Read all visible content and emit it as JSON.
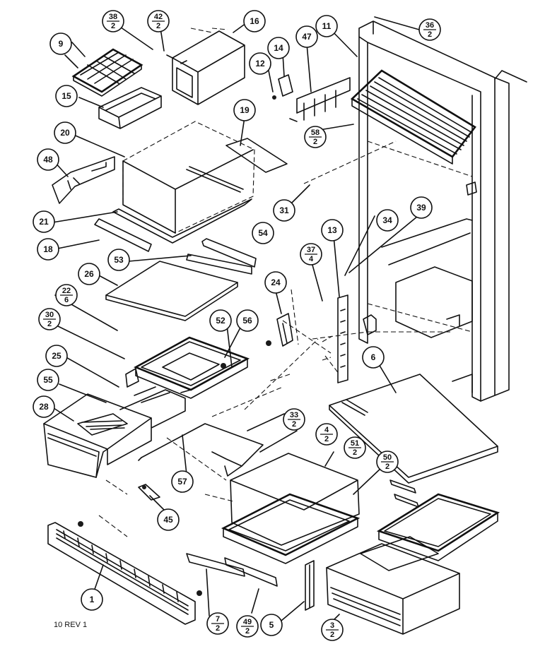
{
  "revision_label": "10 REV 1",
  "callouts": [
    {
      "id": "c1",
      "num": "1",
      "den": ""
    },
    {
      "id": "c3",
      "num": "3",
      "den": "2"
    },
    {
      "id": "c4",
      "num": "4",
      "den": "2"
    },
    {
      "id": "c5",
      "num": "5",
      "den": ""
    },
    {
      "id": "c6",
      "num": "6",
      "den": ""
    },
    {
      "id": "c7",
      "num": "7",
      "den": "2"
    },
    {
      "id": "c9",
      "num": "9",
      "den": ""
    },
    {
      "id": "c11",
      "num": "11",
      "den": ""
    },
    {
      "id": "c12",
      "num": "12",
      "den": ""
    },
    {
      "id": "c13",
      "num": "13",
      "den": ""
    },
    {
      "id": "c14",
      "num": "14",
      "den": ""
    },
    {
      "id": "c15",
      "num": "15",
      "den": ""
    },
    {
      "id": "c16",
      "num": "16",
      "den": ""
    },
    {
      "id": "c18",
      "num": "18",
      "den": ""
    },
    {
      "id": "c19",
      "num": "19",
      "den": ""
    },
    {
      "id": "c20",
      "num": "20",
      "den": ""
    },
    {
      "id": "c21",
      "num": "21",
      "den": ""
    },
    {
      "id": "c22",
      "num": "22",
      "den": "6"
    },
    {
      "id": "c24",
      "num": "24",
      "den": ""
    },
    {
      "id": "c25",
      "num": "25",
      "den": ""
    },
    {
      "id": "c26",
      "num": "26",
      "den": ""
    },
    {
      "id": "c28",
      "num": "28",
      "den": ""
    },
    {
      "id": "c30",
      "num": "30",
      "den": "2"
    },
    {
      "id": "c31",
      "num": "31",
      "den": ""
    },
    {
      "id": "c33",
      "num": "33",
      "den": "2"
    },
    {
      "id": "c34",
      "num": "34",
      "den": ""
    },
    {
      "id": "c36",
      "num": "36",
      "den": "2"
    },
    {
      "id": "c37",
      "num": "37",
      "den": "4"
    },
    {
      "id": "c38",
      "num": "38",
      "den": "2"
    },
    {
      "id": "c39",
      "num": "39",
      "den": ""
    },
    {
      "id": "c42",
      "num": "42",
      "den": "2"
    },
    {
      "id": "c45",
      "num": "45",
      "den": ""
    },
    {
      "id": "c47",
      "num": "47",
      "den": ""
    },
    {
      "id": "c48",
      "num": "48",
      "den": ""
    },
    {
      "id": "c49",
      "num": "49",
      "den": "2"
    },
    {
      "id": "c50",
      "num": "50",
      "den": "2"
    },
    {
      "id": "c51",
      "num": "51",
      "den": "2"
    },
    {
      "id": "c52",
      "num": "52",
      "den": ""
    },
    {
      "id": "c53",
      "num": "53",
      "den": ""
    },
    {
      "id": "c54",
      "num": "54",
      "den": ""
    },
    {
      "id": "c55",
      "num": "55",
      "den": ""
    },
    {
      "id": "c56",
      "num": "56",
      "den": ""
    },
    {
      "id": "c57",
      "num": "57",
      "den": ""
    },
    {
      "id": "c58",
      "num": "58",
      "den": "2"
    }
  ]
}
